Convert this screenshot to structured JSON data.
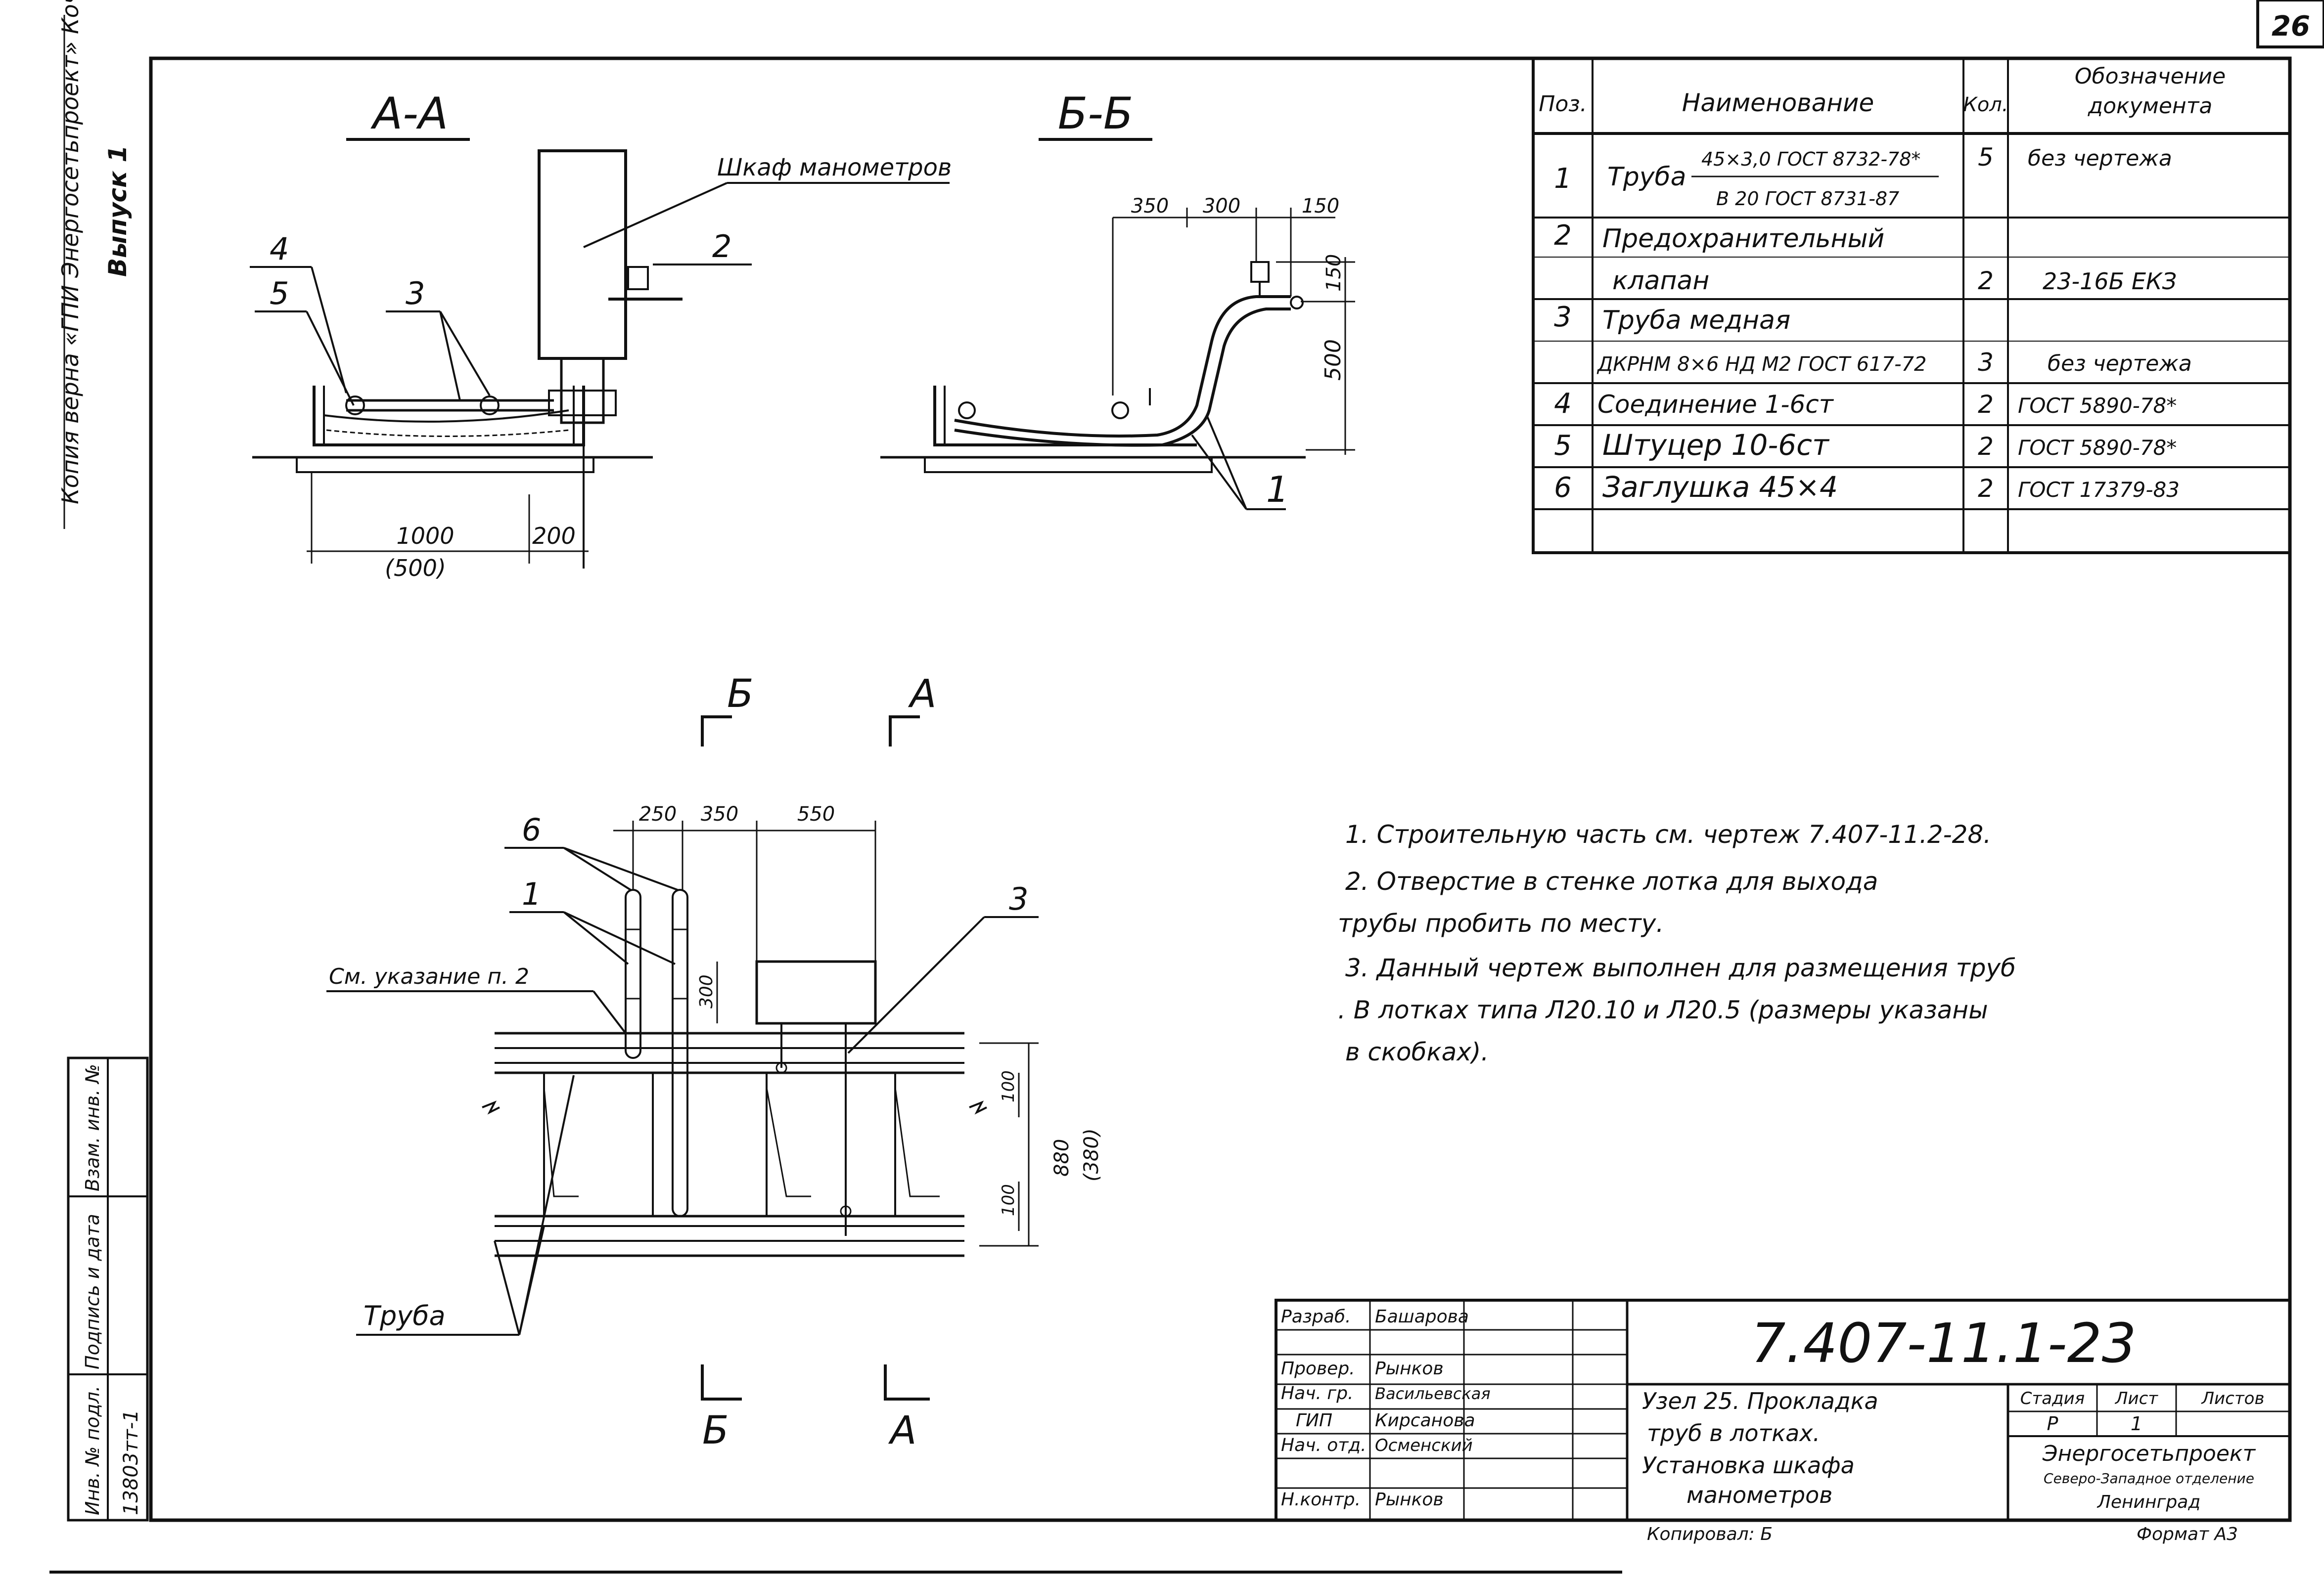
{
  "sheet_number": "26",
  "left_margin": {
    "copy_note": "Копия верна «ГПИ Энергосетьпроект» Кочетова",
    "issue": "Выпуск 1",
    "inv_label": "Инв. № подл.",
    "inv_value": "13803тт-1",
    "sign_label": "Подпись и дата",
    "vzam_label": "Взам. инв. №"
  },
  "section_aa": {
    "title": "А-А",
    "cabinet_label": "Шкаф манометров",
    "callouts": [
      "4",
      "5",
      "3",
      "2"
    ],
    "dim_1000": "1000",
    "dim_500": "(500)",
    "dim_200": "200"
  },
  "section_bb": {
    "title": "Б-Б",
    "dims_top": [
      "350",
      "300",
      "150"
    ],
    "dim_150": "150",
    "dim_500": "500",
    "callout_1": "1"
  },
  "cut_marks": {
    "top_b": "Б",
    "top_a": "А",
    "bottom_b": "Б",
    "bottom_a": "А"
  },
  "plan": {
    "dims_top": [
      "250",
      "350",
      "550"
    ],
    "dim_300": "300",
    "dim_100a": "100",
    "dim_100b": "100",
    "dim_880": "880",
    "dim_380": "(380)",
    "callout_6": "6",
    "callout_1": "1",
    "callout_3": "3",
    "note_ref": "См. указание п. 2",
    "pipe_label": "Труба"
  },
  "spec_table": {
    "headers": {
      "pos": "Поз.",
      "name": "Наименование",
      "qty": "Кол.",
      "doc": "Обозначение документа"
    },
    "rows": [
      {
        "pos": "1",
        "name": "Труба",
        "name_top": "45×3,0 ГОСТ 8732-78*",
        "name_bottom": "В 20 ГОСТ 8731-87",
        "qty": "5",
        "doc": "без чертежа"
      },
      {
        "pos": "2",
        "name": "Предохранительный",
        "qty": "",
        "doc": ""
      },
      {
        "pos": "",
        "name": "клапан",
        "qty": "2",
        "doc": "23-16Б  ЕКЗ"
      },
      {
        "pos": "3",
        "name": "Труба медная",
        "qty": "",
        "doc": ""
      },
      {
        "pos": "",
        "name": "ДКРНМ 8×6 НД М2 ГОСТ 617-72",
        "qty": "3",
        "doc": "без чертежа"
      },
      {
        "pos": "4",
        "name": "Соединение 1-6ст",
        "qty": "2",
        "doc": "ГОСТ 5890-78*"
      },
      {
        "pos": "5",
        "name": "Штуцер 10-6ст",
        "qty": "2",
        "doc": "ГОСТ 5890-78*"
      },
      {
        "pos": "6",
        "name": "Заглушка 45×4",
        "qty": "2",
        "doc": "ГОСТ 17379-83"
      },
      {
        "pos": "",
        "name": "",
        "qty": "",
        "doc": ""
      }
    ]
  },
  "notes": [
    "1.  Строительную часть см.  чертеж 7.407-11.2-28.",
    "2.  Отверстие в  стенке лотка  для выхода",
    "трубы  пробить  по месту.",
    "3.  Данный  чертеж  выполнен для  размещения  труб",
    ". В  лотках  типа  Л20.10 и Л20.5  (размеры  указаны",
    " в  скобках)."
  ],
  "title_block": {
    "doc_number": "7.407-11.1-23",
    "roles": [
      "Разраб.",
      "Провер.",
      "Нач. гр.",
      "ГИП",
      "Нач. отд.",
      "Н.контр."
    ],
    "names": [
      "Башарова",
      "Рынков",
      "Васильевская",
      "Кирсанова",
      "Осменский",
      "Рынков"
    ],
    "title_lines": [
      "Узел 25.  Прокладка",
      "труб в лотках.",
      "Установка шкафа",
      "манометров"
    ],
    "stage_label": "Стадия",
    "sheet_label": "Лист",
    "sheets_label": "Листов",
    "stage_value": "Р",
    "sheet_value": "1",
    "org": "Энергосетьпроект",
    "org_sub": "Северо-Западное отделение",
    "city": "Ленинград",
    "copied": "Копировал: Б",
    "format": "Формат А3"
  }
}
